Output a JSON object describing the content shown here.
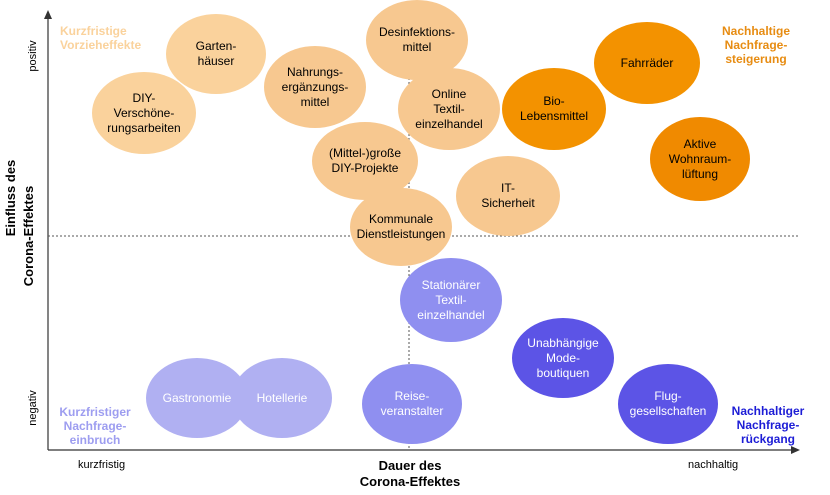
{
  "axes": {
    "x_title": "Dauer des\nCorona-Effektes",
    "x_left": "kurzfristig",
    "x_right": "nachhaltig",
    "y_title_line1": "Einfluss des",
    "y_title_line2": "Corona-Effektes",
    "y_top": "positiv",
    "y_bottom": "negativ"
  },
  "quadrants": {
    "top_left": "Kurzfristige\nVorzieheffekte",
    "top_right": "Nachhaltige\nNachfrage-\nsteigerung",
    "bottom_left": "Kurzfristiger\nNachfrage-\neinbruch",
    "bottom_right": "Nachhaltiger\nNachfrage-\nrückgang"
  },
  "colors": {
    "light_orange": "#fad29c",
    "medium_orange": "#f7c890",
    "orange": "#f39200",
    "dark_orange": "#f08a00",
    "light_purple": "#b0b0f2",
    "medium_purple": "#8f8ff0",
    "blue_purple": "#5c54e6",
    "quadrant_top_left": "#fad29c",
    "quadrant_top_right": "#e78c12",
    "quadrant_bottom_left": "#9d9df0",
    "quadrant_bottom_right": "#1d1dd6"
  },
  "bubbles": [
    {
      "label": "Garten-\nhäuser",
      "color": "light_orange",
      "text_color": "#000000"
    },
    {
      "label": "DIY-\nVerschöne-\nrungsarbeiten",
      "color": "light_orange",
      "text_color": "#000000"
    },
    {
      "label": "Desinfektions-\nmittel",
      "color": "medium_orange",
      "text_color": "#000000"
    },
    {
      "label": "Nahrungs-\nergänzungs-\nmittel",
      "color": "medium_orange",
      "text_color": "#000000"
    },
    {
      "label": "Online\nTextil-\neinzelhandel",
      "color": "medium_orange",
      "text_color": "#000000"
    },
    {
      "label": "(Mittel-)große\nDIY-Projekte",
      "color": "medium_orange",
      "text_color": "#000000"
    },
    {
      "label": "IT-\nSicherheit",
      "color": "medium_orange",
      "text_color": "#000000"
    },
    {
      "label": "Kommunale\nDienstleistungen",
      "color": "medium_orange",
      "text_color": "#000000"
    },
    {
      "label": "Fahrräder",
      "color": "orange",
      "text_color": "#000000"
    },
    {
      "label": "Bio-\nLebensmittel",
      "color": "orange",
      "text_color": "#000000"
    },
    {
      "label": "Aktive\nWohnraum-\nlüftung",
      "color": "dark_orange",
      "text_color": "#000000"
    },
    {
      "label": "Stationärer\nTextil-\neinzelhandel",
      "color": "medium_purple",
      "text_color": "#ffffff"
    },
    {
      "label": "Unabhängige\nMode-\nboutiquen",
      "color": "blue_purple",
      "text_color": "#ffffff"
    },
    {
      "label": "Gastronomie",
      "color": "light_purple",
      "text_color": "#ffffff"
    },
    {
      "label": "Hotellerie",
      "color": "light_purple",
      "text_color": "#ffffff"
    },
    {
      "label": "Reise-\nveranstalter",
      "color": "medium_purple",
      "text_color": "#ffffff"
    },
    {
      "label": "Flug-\ngesellschaften",
      "color": "blue_purple",
      "text_color": "#ffffff"
    }
  ]
}
